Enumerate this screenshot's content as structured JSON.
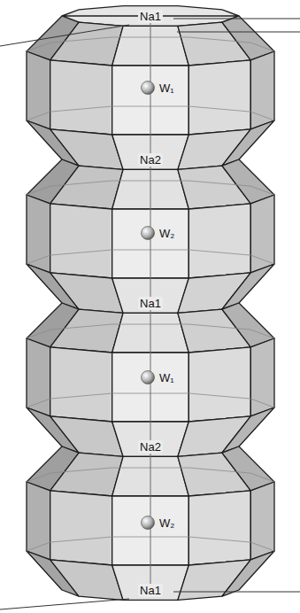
{
  "diagram": {
    "labels": [
      "Na1",
      "W₁",
      "Na2",
      "W₂",
      "Na1",
      "W₁",
      "Na2",
      "W₂",
      "Na1"
    ]
  }
}
